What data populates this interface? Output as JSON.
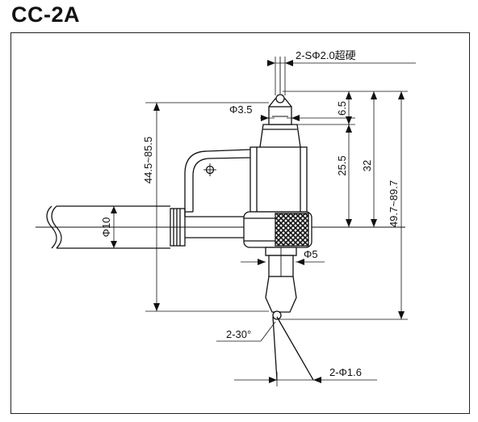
{
  "title": "CC-2A",
  "dimensions": {
    "ball_tip": "2-SΦ2.0超硬",
    "tip_diameter": "Φ3.5",
    "tip_length": "6.5",
    "body_length": "25.5",
    "probe_length": "32",
    "total_length": "49.7~89.7",
    "span": "44.5~85.5",
    "shank_diameter": "Φ10",
    "lower_stem_diameter": "Φ5",
    "cone_angle": "2-30°",
    "lower_ball": "2-Φ1.6"
  },
  "colors": {
    "line": "#111111",
    "frame": "#222222",
    "knurl": "#111111"
  }
}
